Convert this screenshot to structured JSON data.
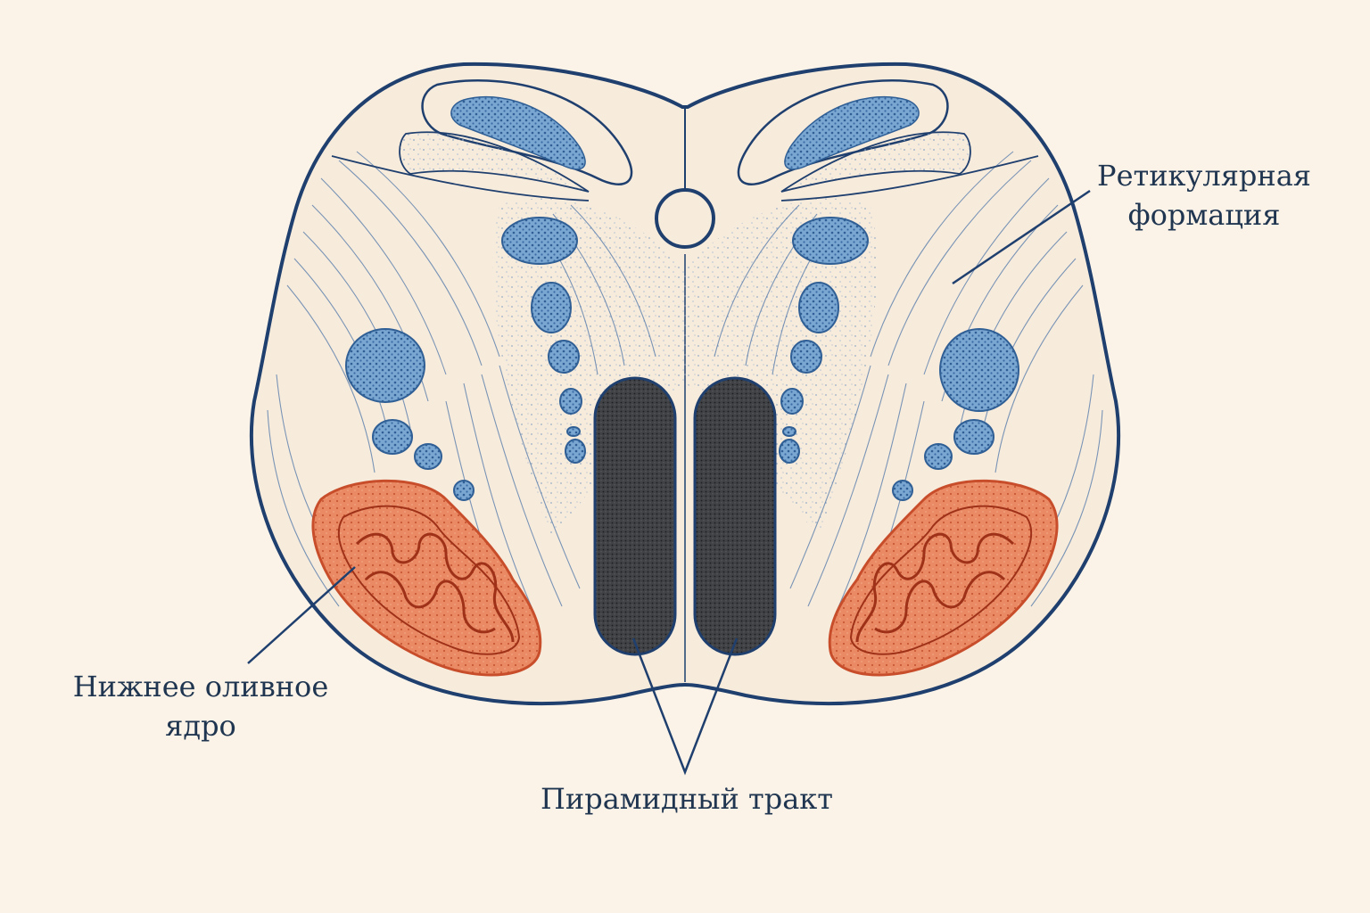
{
  "labels": {
    "reticular": {
      "line1": "Ретикулярная",
      "line2": "формация"
    },
    "olive": {
      "line1": "Нижнее оливное",
      "line2": "ядро"
    },
    "pyramid": {
      "line1": "Пирамидный тракт"
    }
  },
  "colors": {
    "background": "#fbf3e8",
    "outline": "#1f3f6e",
    "nucleus_blue": "#5b8ec2",
    "olive": "#d9623e",
    "pyramid": "#3a3b3e",
    "text": "#1f3550"
  }
}
